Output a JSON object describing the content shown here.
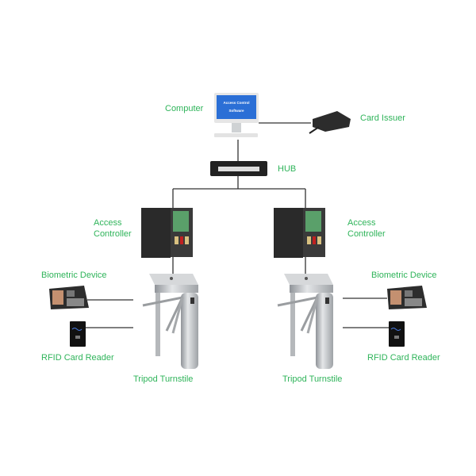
{
  "colors": {
    "label": "#2fb45a",
    "wire": "#333333",
    "screen": "#2b6fd6"
  },
  "computer": {
    "label": "Computer",
    "screen_line1": "Access Control",
    "screen_line2": "Software"
  },
  "card_issuer": {
    "label": "Card Issuer"
  },
  "hub": {
    "label": "HUB"
  },
  "left": {
    "controller_line1": "Access",
    "controller_line2": "Controller",
    "biometric": "Biometric Device",
    "rfid": "RFID Card Reader",
    "turnstile": "Tripod Turnstile"
  },
  "right": {
    "controller_line1": "Access",
    "controller_line2": "Controller",
    "biometric": "Biometric Device",
    "rfid": "RFID Card Reader",
    "turnstile": "Tripod Turnstile"
  }
}
